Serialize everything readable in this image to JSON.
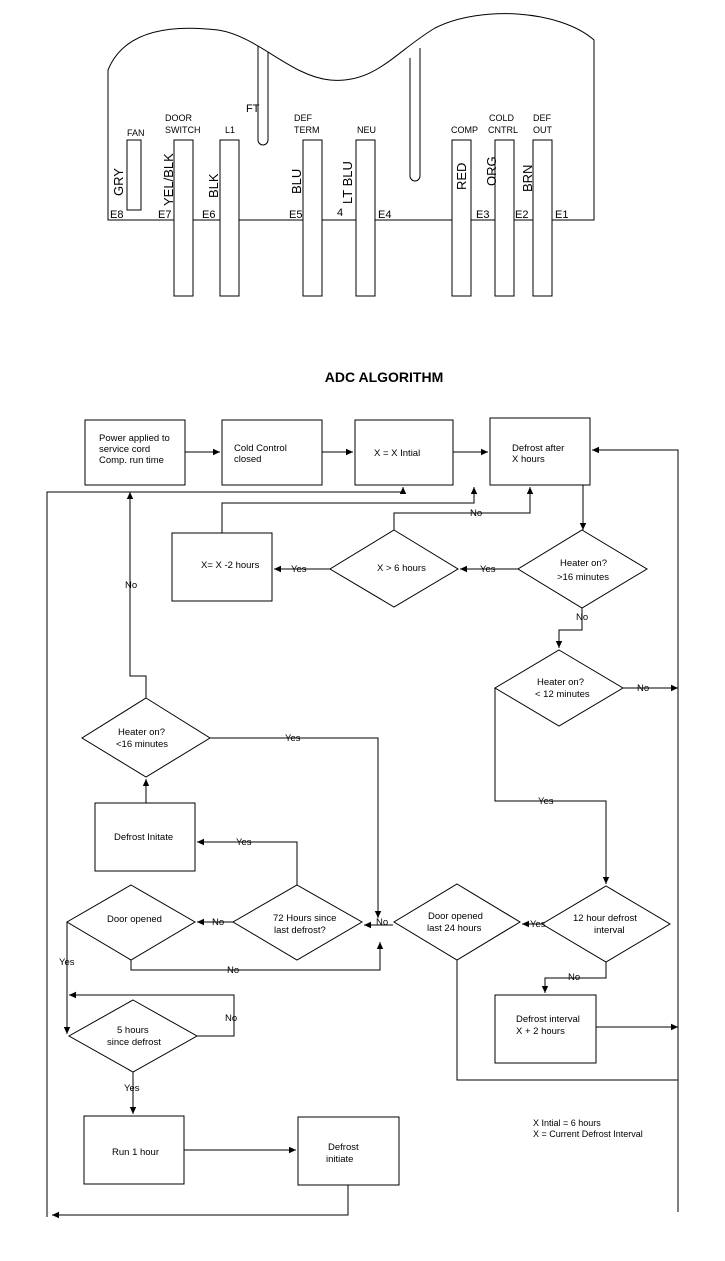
{
  "wiring": {
    "ft_label": "FT",
    "labels": {
      "fan": "FAN",
      "door_switch": [
        "DOOR",
        "SWITCH"
      ],
      "l1": "L1",
      "def_term": [
        "DEF",
        "TERM"
      ],
      "neu": "NEU",
      "comp": "COMP",
      "cold_cntrl": [
        "COLD",
        "CNTRL"
      ],
      "def_out": [
        "DEF",
        "OUT"
      ]
    },
    "wires": {
      "gry": "GRY",
      "yel_blk": "YEL/BLK",
      "blk": "BLK",
      "blu": "BLU",
      "lt_blu": "LT BLU",
      "red": "RED",
      "org": "ORG",
      "brn": "BRN"
    },
    "terminals": {
      "e8": "E8",
      "e7": "E7",
      "e6": "E6",
      "e5": "E5",
      "four": "4",
      "e4": "E4",
      "e3": "E3",
      "e2": "E2",
      "e1": "E1"
    }
  },
  "flowchart": {
    "title": "ADC ALGORITHM",
    "nodes": {
      "power": [
        "Power applied to",
        "service cord",
        "Comp. run time"
      ],
      "cold_control": [
        "Cold Control",
        "closed"
      ],
      "x_initial": [
        "X = X Intial"
      ],
      "defrost_after": [
        "Defrost after",
        "X  hours"
      ],
      "x_minus": [
        "X= X -2 hours"
      ],
      "x_gt_6": [
        "X > 6 hours"
      ],
      "heater_gt16": [
        "Heater on?",
        ">16 minutes"
      ],
      "heater_lt12": [
        "Heater on?",
        "< 12 minutes"
      ],
      "heater_lt16": [
        "Heater on?",
        "<16 minutes"
      ],
      "defrost_initate": [
        "Defrost Initate"
      ],
      "door_opened": [
        "Door opened"
      ],
      "hours72": [
        "72 Hours since",
        "last defrost?"
      ],
      "door_24": [
        "Door opened",
        "last 24 hours"
      ],
      "interval12": [
        "12 hour defrost",
        "interval"
      ],
      "interval_plus": [
        "Defrost interval",
        "X + 2 hours"
      ],
      "hours5": [
        "5 hours",
        "since defrost"
      ],
      "run1": [
        "Run 1 hour"
      ],
      "defrost_initiate": [
        "Defrost",
        "initiate"
      ]
    },
    "edges": {
      "yes": "Yes",
      "no": "No"
    },
    "notes": [
      "X Intial  = 6 hours",
      "X = Current Defrost Interval"
    ]
  }
}
